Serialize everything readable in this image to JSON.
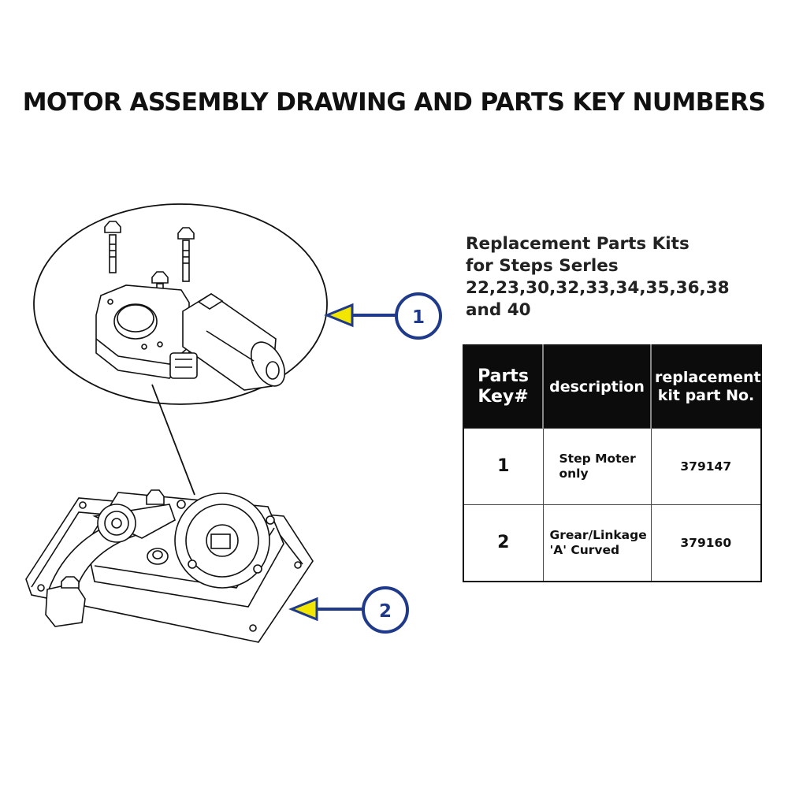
{
  "title": "MOTOR ASSEMBLY DRAWING AND PARTS KEY NUMBERS",
  "kits_heading": {
    "line1": "Replacement Parts Kits",
    "line2": "for Steps Serles",
    "line3": "22,23,30,32,33,34,35,36,38",
    "line4": "and 40"
  },
  "callouts": {
    "one": "1",
    "two": "2"
  },
  "colors": {
    "callout_blue": "#1f3a8a",
    "arrow_yellow": "#f2e600",
    "header_bg": "#0c0c0c"
  },
  "table": {
    "headers": {
      "key_line1": "Parts",
      "key_line2": "Key#",
      "description": "description",
      "kit_line1": "replacement",
      "kit_line2": "kit part No."
    },
    "rows": [
      {
        "key": "1",
        "desc_line1": "Step Moter",
        "desc_line2": "only",
        "kit": "379147"
      },
      {
        "key": "2",
        "desc_line1": "Grear/Linkage",
        "desc_line2": "'A' Curved",
        "kit": "379160"
      }
    ]
  }
}
